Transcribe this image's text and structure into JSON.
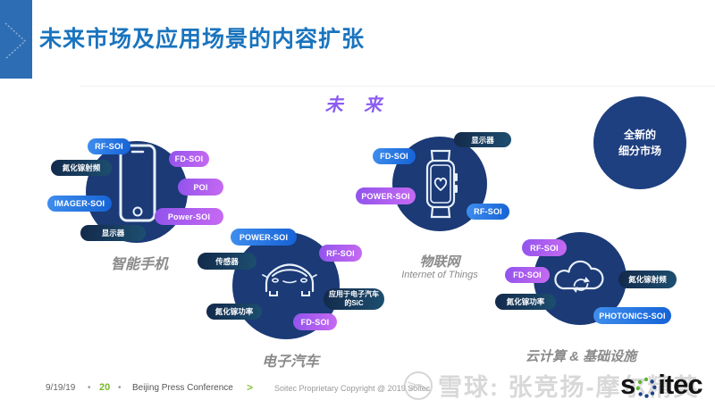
{
  "slide": {
    "title": "未来市场及应用场景的内容扩张",
    "future_label": "未 来",
    "new_segment": {
      "line1": "全新的",
      "line2": "细分市场"
    }
  },
  "colors": {
    "accent_bar": "#2d6db4",
    "title_blue": "#1a74be",
    "circle_navy": "#1b3a76",
    "future_purple": "#8a5cf0",
    "pill_blue": "#1562d6",
    "pill_purple": "#c76af2",
    "pill_dark": "#1d4f70",
    "page_number_green": "#76b82a"
  },
  "icons": {
    "header": "chevron-right-icon",
    "smartphone": "smartphone-icon",
    "electric_car": "car-front-icon",
    "iot": "smartwatch-heart-icon",
    "cloud": "cloud-sync-icon",
    "watermark": "snowball-icon",
    "logo_o": "dotted-o-icon"
  },
  "clusters": [
    {
      "id": "smartphone",
      "label": "智能手机",
      "icon": "smartphone-icon",
      "pills": [
        {
          "text": "RF-SOI"
        },
        {
          "text": "氮化镓射频"
        },
        {
          "text": "FD-SOI"
        },
        {
          "text": "POI"
        },
        {
          "text": "IMAGER-SOI"
        },
        {
          "text": "Power-SOI"
        },
        {
          "text": "显示器"
        }
      ]
    },
    {
      "id": "electric-car",
      "label": "电子汽车",
      "icon": "car-front-icon",
      "pills": [
        {
          "text": "POWER-SOI"
        },
        {
          "text": "传感器"
        },
        {
          "text": "RF-SOI"
        },
        {
          "text": "应用于电子汽车的SiC"
        },
        {
          "text": "氮化镓功率"
        },
        {
          "text": "FD-SOI"
        }
      ]
    },
    {
      "id": "iot",
      "label": "物联网",
      "sublabel": "Internet of Things",
      "icon": "smartwatch-heart-icon",
      "pills": [
        {
          "text": "显示器"
        },
        {
          "text": "FD-SOI"
        },
        {
          "text": "POWER-SOI"
        },
        {
          "text": "RF-SOI"
        }
      ]
    },
    {
      "id": "cloud",
      "label": "云计算 & 基础设施",
      "icon": "cloud-sync-icon",
      "pills": [
        {
          "text": "RF-SOI"
        },
        {
          "text": "FD-SOI"
        },
        {
          "text": "氮化镓功率"
        },
        {
          "text": "氮化镓射频"
        },
        {
          "text": "PHOTONICS-SOI"
        }
      ]
    }
  ],
  "footer": {
    "date": "9/19/19",
    "sep": "•",
    "page": "20",
    "event": "Beijing Press Conference",
    "chevron": ">",
    "copyright": "Soitec Proprietary Copyright @ 2019 Soitec"
  },
  "watermark": {
    "text": "雪球: 张竞扬-摩尔精英"
  },
  "logo": {
    "part1": "s",
    "part2": "itec"
  }
}
